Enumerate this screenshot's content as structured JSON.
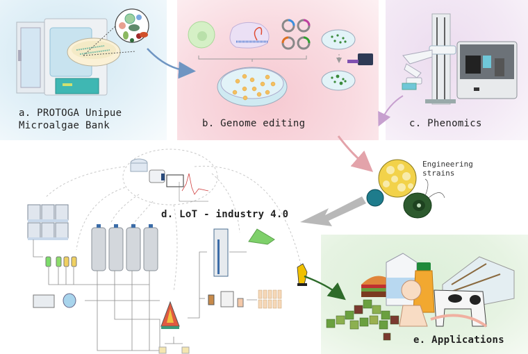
{
  "panels": {
    "a": {
      "label_line1": "a. PROTOGA Unipue",
      "label_line2": "Microalgae Bank"
    },
    "b": {
      "label": "b. Genome editing"
    },
    "c": {
      "label": "c. Phenomics"
    },
    "d": {
      "label": "d. LoT - industry 4.0"
    },
    "e": {
      "label": "e. Applications"
    }
  },
  "annotations": {
    "engineering_strains_line1": "Engineering",
    "engineering_strains_line2": "strains"
  },
  "colors": {
    "panel_a_bg": "#dcedf6",
    "panel_b_bg": "#f8d5dc",
    "panel_c_bg": "#efe2f2",
    "panel_e_bg": "#e2f1de",
    "arrow_a_b": "#6f95c2",
    "arrow_c": "#c7a0cf",
    "arrow_b_strains": "#e3a3aa",
    "arrow_big": "#b8b8b8",
    "arrow_green": "#2e6b2a"
  }
}
